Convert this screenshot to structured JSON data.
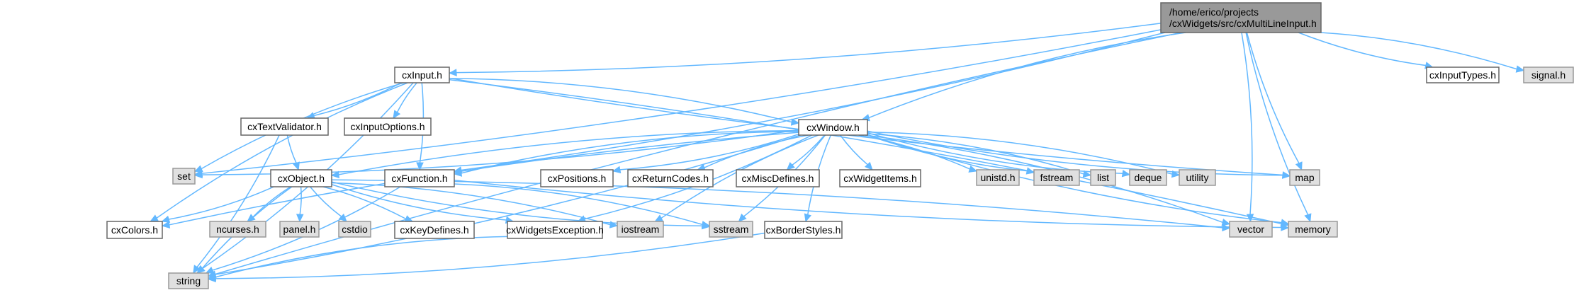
{
  "diagram": {
    "title": "/home/erico/projects/cxWidgets/src/cxMultiLineInput.h include dependency graph",
    "edge_color": "#63b8ff",
    "nodes": [
      {
        "id": "root",
        "label_lines": [
          "/home/erico/projects",
          "/cxWidgets/src/cxMultiLineInput.h"
        ],
        "kind": "root"
      },
      {
        "id": "cxInput",
        "label_lines": [
          "cxInput.h"
        ],
        "kind": "project"
      },
      {
        "id": "cxInputTypes",
        "label_lines": [
          "cxInputTypes.h"
        ],
        "kind": "project"
      },
      {
        "id": "signal",
        "label_lines": [
          "signal.h"
        ],
        "kind": "system"
      },
      {
        "id": "cxTextValidator",
        "label_lines": [
          "cxTextValidator.h"
        ],
        "kind": "project"
      },
      {
        "id": "cxInputOptions",
        "label_lines": [
          "cxInputOptions.h"
        ],
        "kind": "project"
      },
      {
        "id": "cxWindow",
        "label_lines": [
          "cxWindow.h"
        ],
        "kind": "project"
      },
      {
        "id": "set",
        "label_lines": [
          "set"
        ],
        "kind": "system"
      },
      {
        "id": "cxObject",
        "label_lines": [
          "cxObject.h"
        ],
        "kind": "project"
      },
      {
        "id": "cxFunction",
        "label_lines": [
          "cxFunction.h"
        ],
        "kind": "project"
      },
      {
        "id": "cxPositions",
        "label_lines": [
          "cxPositions.h"
        ],
        "kind": "project"
      },
      {
        "id": "cxReturnCodes",
        "label_lines": [
          "cxReturnCodes.h"
        ],
        "kind": "project"
      },
      {
        "id": "cxMiscDefines",
        "label_lines": [
          "cxMiscDefines.h"
        ],
        "kind": "project"
      },
      {
        "id": "cxWidgetItems",
        "label_lines": [
          "cxWidgetItems.h"
        ],
        "kind": "project"
      },
      {
        "id": "unistd",
        "label_lines": [
          "unistd.h"
        ],
        "kind": "system"
      },
      {
        "id": "fstream",
        "label_lines": [
          "fstream"
        ],
        "kind": "system"
      },
      {
        "id": "list",
        "label_lines": [
          "list"
        ],
        "kind": "system"
      },
      {
        "id": "deque",
        "label_lines": [
          "deque"
        ],
        "kind": "system"
      },
      {
        "id": "utility",
        "label_lines": [
          "utility"
        ],
        "kind": "system"
      },
      {
        "id": "map",
        "label_lines": [
          "map"
        ],
        "kind": "system"
      },
      {
        "id": "cxColors",
        "label_lines": [
          "cxColors.h"
        ],
        "kind": "project"
      },
      {
        "id": "ncurses",
        "label_lines": [
          "ncurses.h"
        ],
        "kind": "system"
      },
      {
        "id": "panel",
        "label_lines": [
          "panel.h"
        ],
        "kind": "system"
      },
      {
        "id": "cstdio",
        "label_lines": [
          "cstdio"
        ],
        "kind": "system"
      },
      {
        "id": "cxKeyDefines",
        "label_lines": [
          "cxKeyDefines.h"
        ],
        "kind": "project"
      },
      {
        "id": "cxWidgetsException",
        "label_lines": [
          "cxWidgetsException.h"
        ],
        "kind": "project"
      },
      {
        "id": "iostream",
        "label_lines": [
          "iostream"
        ],
        "kind": "system"
      },
      {
        "id": "sstream",
        "label_lines": [
          "sstream"
        ],
        "kind": "system"
      },
      {
        "id": "cxBorderStyles",
        "label_lines": [
          "cxBorderStyles.h"
        ],
        "kind": "project"
      },
      {
        "id": "vector",
        "label_lines": [
          "vector"
        ],
        "kind": "system"
      },
      {
        "id": "memory",
        "label_lines": [
          "memory"
        ],
        "kind": "system"
      },
      {
        "id": "string",
        "label_lines": [
          "string"
        ],
        "kind": "system"
      }
    ],
    "edges": [
      [
        "root",
        "cxInput"
      ],
      [
        "root",
        "cxInputTypes"
      ],
      [
        "root",
        "signal"
      ],
      [
        "root",
        "string"
      ],
      [
        "root",
        "set"
      ],
      [
        "root",
        "cxWindow"
      ],
      [
        "root",
        "cxFunction"
      ],
      [
        "root",
        "map"
      ],
      [
        "root",
        "vector"
      ],
      [
        "root",
        "memory"
      ],
      [
        "cxInput",
        "cxTextValidator"
      ],
      [
        "cxInput",
        "cxInputOptions"
      ],
      [
        "cxInput",
        "cxWindow"
      ],
      [
        "cxInput",
        "set"
      ],
      [
        "cxInput",
        "cxFunction"
      ],
      [
        "cxInput",
        "cxColors"
      ],
      [
        "cxInput",
        "string"
      ],
      [
        "cxInput",
        "map"
      ],
      [
        "cxInput",
        "memory"
      ],
      [
        "cxTextValidator",
        "cxObject"
      ],
      [
        "cxTextValidator",
        "string"
      ],
      [
        "cxWindow",
        "cxObject"
      ],
      [
        "cxWindow",
        "set"
      ],
      [
        "cxWindow",
        "cxFunction"
      ],
      [
        "cxWindow",
        "cxPositions"
      ],
      [
        "cxWindow",
        "cxReturnCodes"
      ],
      [
        "cxWindow",
        "cxMiscDefines"
      ],
      [
        "cxWindow",
        "cxWidgetItems"
      ],
      [
        "cxWindow",
        "unistd"
      ],
      [
        "cxWindow",
        "fstream"
      ],
      [
        "cxWindow",
        "list"
      ],
      [
        "cxWindow",
        "deque"
      ],
      [
        "cxWindow",
        "utility"
      ],
      [
        "cxWindow",
        "map"
      ],
      [
        "cxWindow",
        "vector"
      ],
      [
        "cxWindow",
        "memory"
      ],
      [
        "cxWindow",
        "cxWidgetsException"
      ],
      [
        "cxWindow",
        "iostream"
      ],
      [
        "cxWindow",
        "sstream"
      ],
      [
        "cxWindow",
        "cxBorderStyles"
      ],
      [
        "cxWindow",
        "string"
      ],
      [
        "cxWindow",
        "cxColors"
      ],
      [
        "cxObject",
        "cxColors"
      ],
      [
        "cxObject",
        "ncurses"
      ],
      [
        "cxObject",
        "panel"
      ],
      [
        "cxObject",
        "cstdio"
      ],
      [
        "cxObject",
        "cxKeyDefines"
      ],
      [
        "cxObject",
        "cxWidgetsException"
      ],
      [
        "cxObject",
        "iostream"
      ],
      [
        "cxObject",
        "sstream"
      ],
      [
        "cxObject",
        "vector"
      ],
      [
        "cxObject",
        "string"
      ],
      [
        "cxFunction",
        "string"
      ],
      [
        "cxFunction",
        "memory"
      ],
      [
        "cxFunction",
        "sstream"
      ],
      [
        "cxWidgetsException",
        "string"
      ],
      [
        "cxBorderStyles",
        "string"
      ]
    ]
  }
}
